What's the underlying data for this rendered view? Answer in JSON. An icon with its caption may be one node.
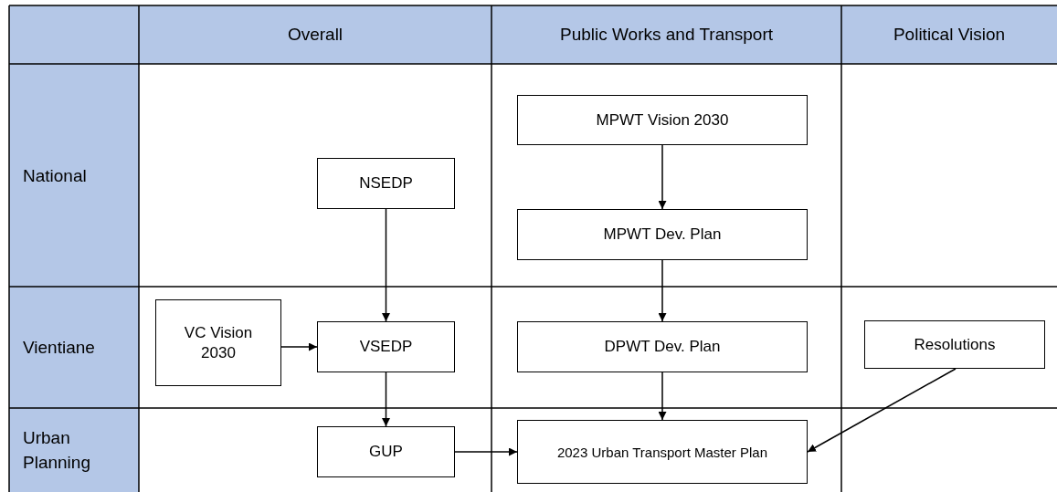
{
  "diagram": {
    "nodes": [
      {
        "text": [
          "MPWT Vision 2030"
        ]
      },
      {
        "text": [
          "NSEDP"
        ]
      },
      {
        "text": [
          "MPWT Dev. Plan"
        ]
      },
      {
        "text": [
          "VC Vision 2030"
        ]
      },
      {
        "text": [
          "VSEDP"
        ]
      },
      {
        "text": [
          "DPWT Dev. Plan"
        ]
      },
      {
        "text": [
          "Resolutions"
        ]
      },
      {
        "text": [
          "GUP"
        ]
      },
      {
        "text": [
          "2023 Urban Transport Master Plan"
        ]
      }
    ],
    "edges": [
      {
        "from": 0,
        "to": 2,
        "arrow": "to"
      },
      {
        "from": 1,
        "to": 4,
        "arrow": "to"
      },
      {
        "from": 2,
        "to": 5,
        "arrow": "to"
      },
      {
        "from": 3,
        "to": 4,
        "arrow": "to"
      },
      {
        "from": 4,
        "to": 7,
        "arrow": "to"
      },
      {
        "from": 5,
        "to": 8,
        "arrow": "to"
      },
      {
        "from": 7,
        "to": 8,
        "arrow": "to"
      },
      {
        "from": 6,
        "to": 8,
        "arrow": "to"
      }
    ],
    "labels": [
      "Overall",
      "Public Works and Transport",
      "Political Vision",
      "National",
      "Vientiane",
      "Urban Planning"
    ]
  }
}
